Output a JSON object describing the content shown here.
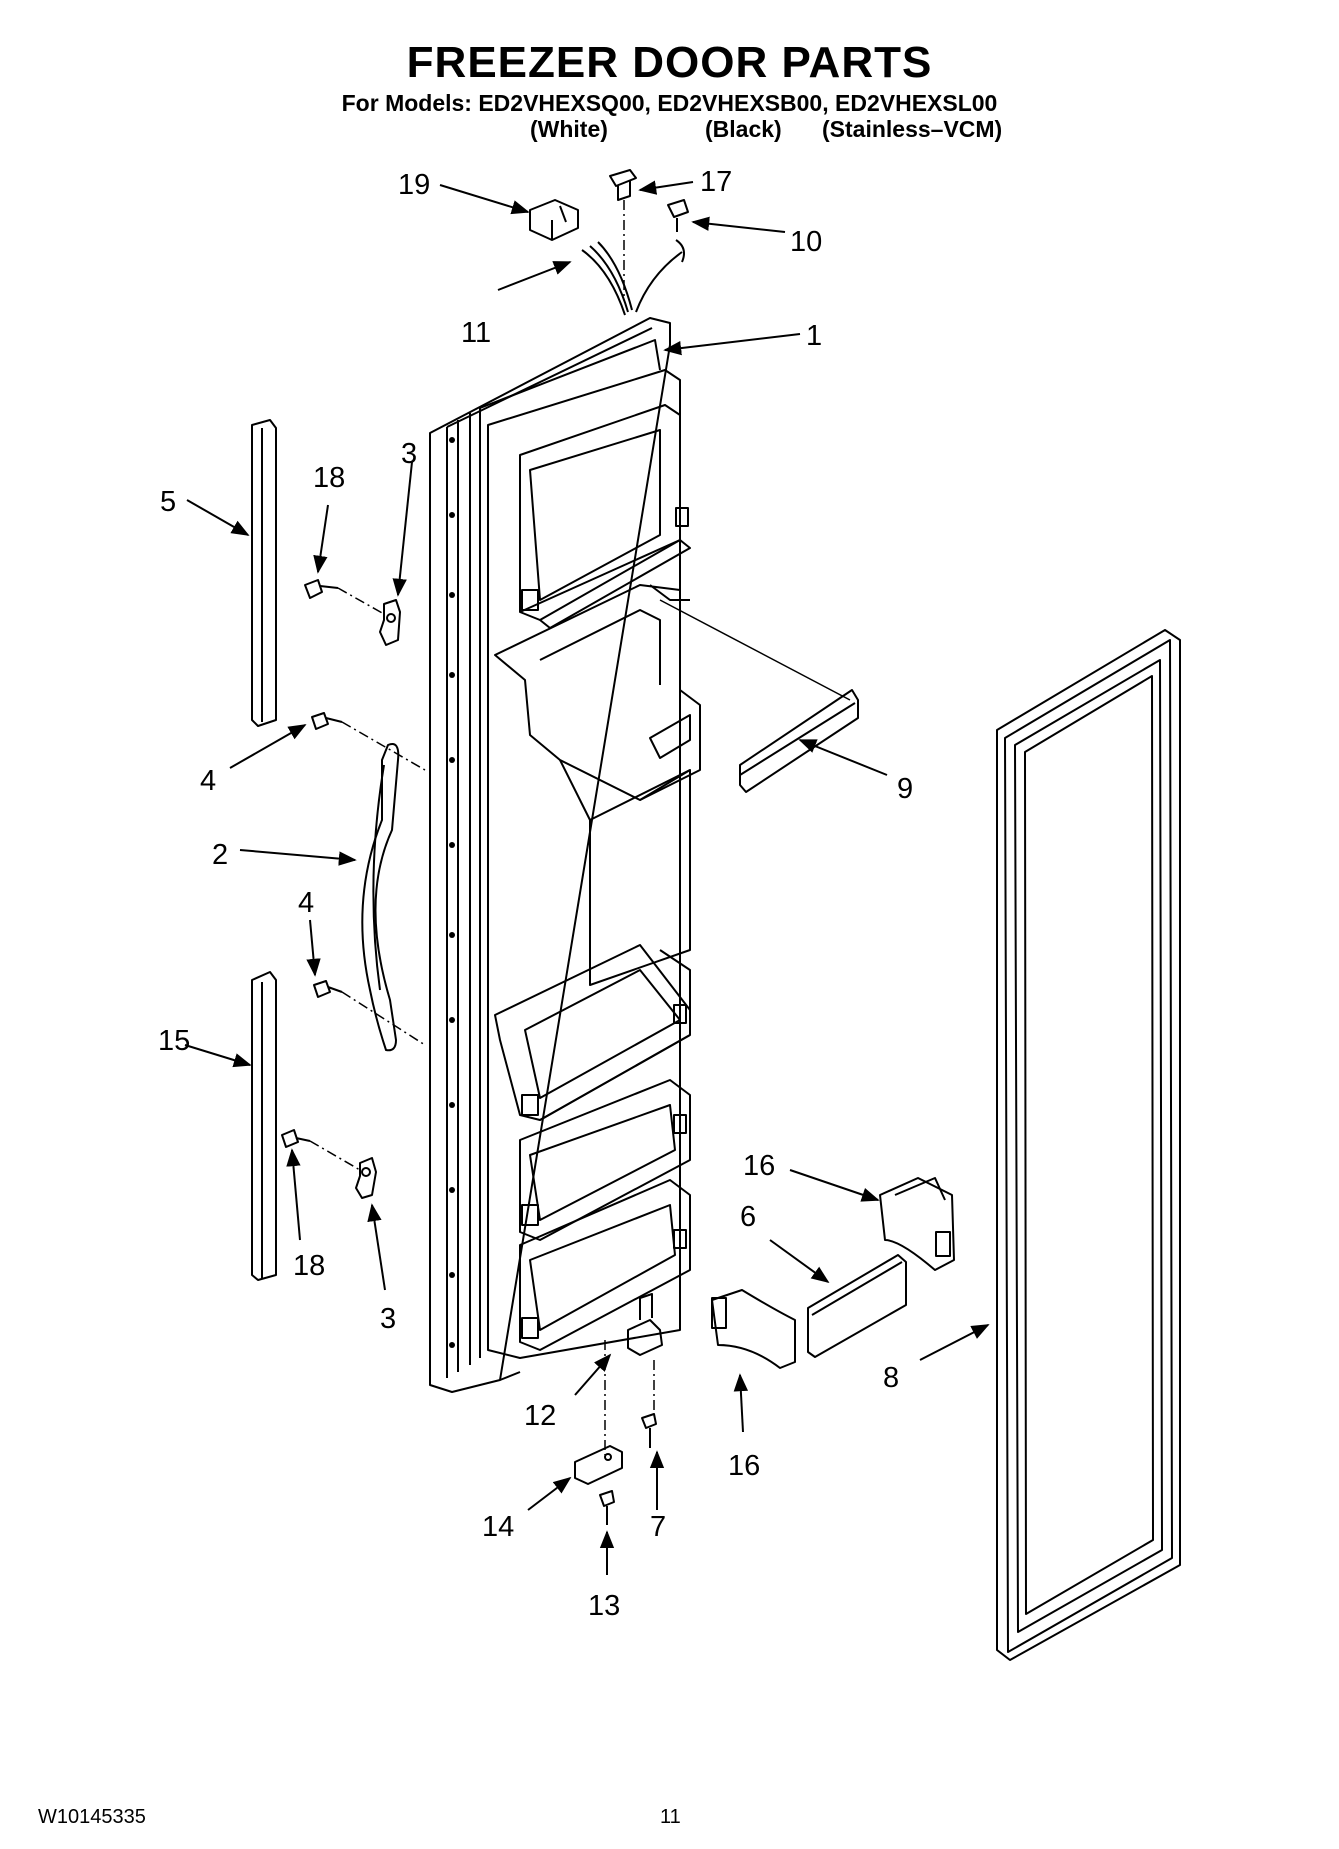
{
  "header": {
    "title": "FREEZER DOOR PARTS",
    "models": "For Models: ED2VHEXSQ00, ED2VHEXSB00, ED2VHEXSL00",
    "variants": [
      "(White)",
      "(Black)",
      "(Stainless–VCM)"
    ]
  },
  "callouts": [
    "19",
    "17",
    "10",
    "11",
    "1",
    "3",
    "18",
    "5",
    "4",
    "9",
    "2",
    "4",
    "15",
    "18",
    "3",
    "16",
    "6",
    "8",
    "12",
    "16",
    "14",
    "7",
    "13"
  ],
  "footer": {
    "doc_number": "W10145335",
    "page_number": "11"
  }
}
